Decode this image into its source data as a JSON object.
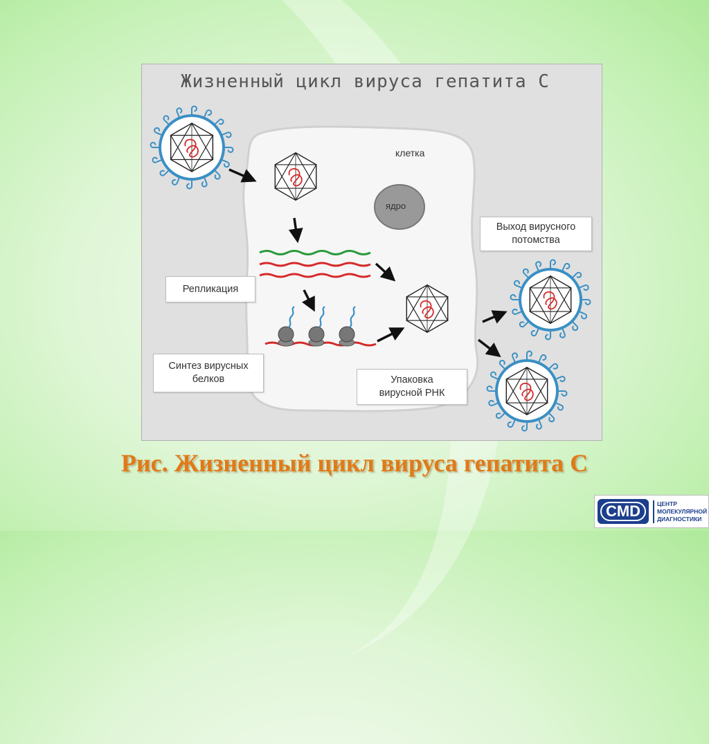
{
  "diagram": {
    "title": "Жизненный цикл вируса гепатита С",
    "labels": {
      "cell": "клетка",
      "nucleus": "ядро",
      "replication": "Репликация",
      "synthesis": [
        "Синтез вирусных",
        "белков"
      ],
      "packaging": [
        "Упаковка",
        "вирусной РНК"
      ],
      "exit": [
        "Выход вирусного",
        "потомства"
      ]
    }
  },
  "caption": "Рис.  Жизненный цикл вируса гепатита С",
  "logo": {
    "mark": "CMD",
    "lines": [
      "ЦЕНТР",
      "МОЛЕКУЛЯРНОЙ",
      "ДИАГНОСТИКИ"
    ]
  },
  "colors": {
    "caption": "#e07a18",
    "virus_envelope": "#3a8fc4",
    "rna_red": "#d62a2a",
    "rna_green": "#2a9a3c",
    "logo_blue": "#1c3f8c"
  }
}
